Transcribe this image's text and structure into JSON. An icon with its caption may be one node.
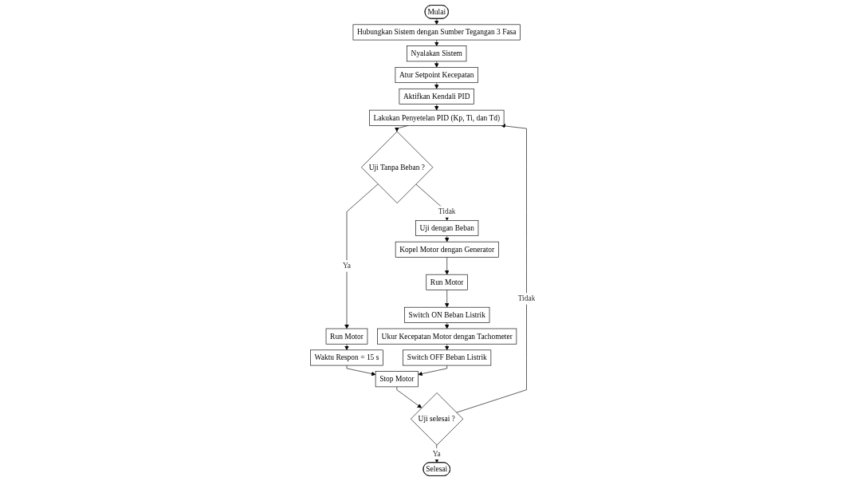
{
  "diagram": {
    "nodes": [
      {
        "text": [
          "Mulai"
        ]
      },
      {
        "text": [
          "Hubungkan Sistem dengan Sumber Tegangan 3 Fasa"
        ]
      },
      {
        "text": [
          "Nyalakan Sistem"
        ]
      },
      {
        "text": [
          "Atur Setpoint Kecepatan"
        ]
      },
      {
        "text": [
          "Aktifkan Kendali PID"
        ]
      },
      {
        "text": [
          "Lakukan Penyetelan PID (Kp, Ti, dan Td)"
        ]
      },
      {
        "text": [
          "Uji Tanpa Beban ?"
        ]
      },
      {
        "text": [
          "Uji dengan Beban"
        ]
      },
      {
        "text": [
          "Run Motor"
        ]
      },
      {
        "text": [
          "Kopel Motor dengan Generator"
        ]
      },
      {
        "text": [
          "Waktu Respon = 15 s"
        ]
      },
      {
        "text": [
          "Run Motor"
        ]
      },
      {
        "text": [
          "Stop Motor"
        ]
      },
      {
        "text": [
          "Switch ON Beban Listrik"
        ]
      },
      {
        "text": [
          "Uji selesai ?"
        ]
      },
      {
        "text": [
          "Ukur Kecepatan Motor dengan Tachometer"
        ]
      },
      {
        "text": [
          "Switch OFF Beban Listrik"
        ]
      },
      {
        "text": [
          "Selesai"
        ]
      }
    ],
    "edges": [
      {
        "from": 0,
        "to": 1,
        "arrow": "to"
      },
      {
        "from": 1,
        "to": 2,
        "arrow": "to"
      },
      {
        "from": 2,
        "to": 3,
        "arrow": "to"
      },
      {
        "from": 3,
        "to": 4,
        "arrow": "to"
      },
      {
        "from": 4,
        "to": 5,
        "arrow": "to"
      },
      {
        "from": 5,
        "to": 6,
        "arrow": "to"
      },
      {
        "from": 6,
        "to": 7,
        "label": "Tidak",
        "arrow": "to"
      },
      {
        "from": 6,
        "to": 8,
        "label": "Ya",
        "arrow": "to"
      },
      {
        "from": 8,
        "to": 10,
        "arrow": "to"
      },
      {
        "from": 10,
        "to": 12,
        "arrow": "to"
      },
      {
        "from": 7,
        "to": 9,
        "arrow": "to"
      },
      {
        "from": 9,
        "to": 11,
        "arrow": "to"
      },
      {
        "from": 11,
        "to": 13,
        "arrow": "to"
      },
      {
        "from": 13,
        "to": 15,
        "arrow": "to"
      },
      {
        "from": 15,
        "to": 16,
        "arrow": "to"
      },
      {
        "from": 16,
        "to": 12,
        "arrow": "to"
      },
      {
        "from": 12,
        "to": 14,
        "arrow": "to"
      },
      {
        "from": 14,
        "to": 17,
        "label": "Ya",
        "arrow": "to"
      },
      {
        "from": 14,
        "to": 5,
        "label": "Tidak",
        "arrow": "to"
      }
    ]
  }
}
